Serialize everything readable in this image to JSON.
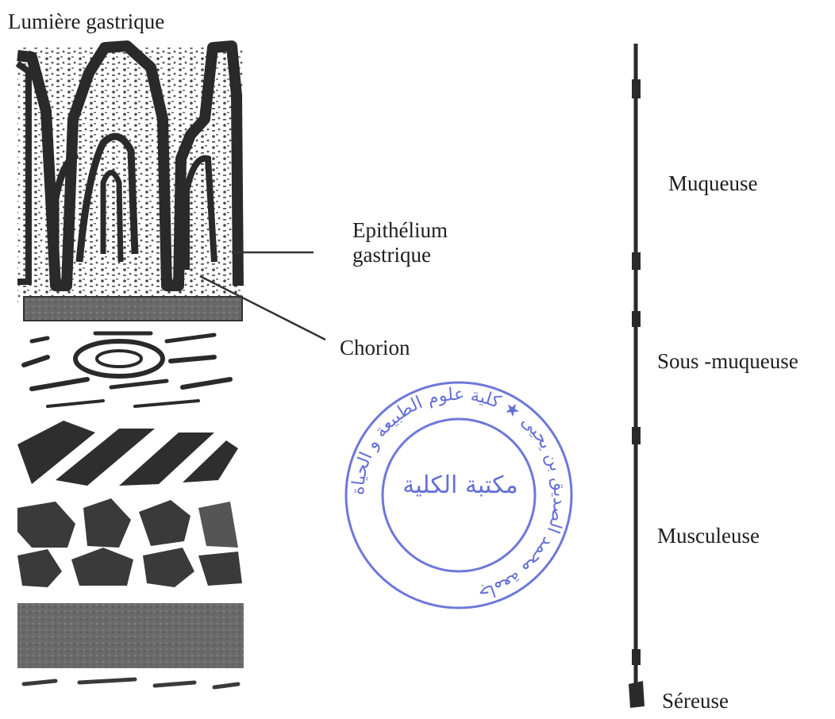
{
  "labels": {
    "lumen": "Lumière gastrique",
    "epithelium": "Epithélium\ngastrique",
    "chorion": "Chorion",
    "muqueuse": "Muqueuse",
    "sous_muqueuse": "Sous -muqueuse",
    "musculeuse": "Musculeuse",
    "sereuse": "Séreuse"
  },
  "stamp": {
    "center_text": "مكتبة الكلية",
    "ring_text": "جامعة محمد الصديق بن يحيى ★ كلية علوم الطبيعة و الحياة",
    "color": "#4a56d0"
  },
  "colors": {
    "ink": "#2a2a2a",
    "stamp": "#4a56d0"
  }
}
